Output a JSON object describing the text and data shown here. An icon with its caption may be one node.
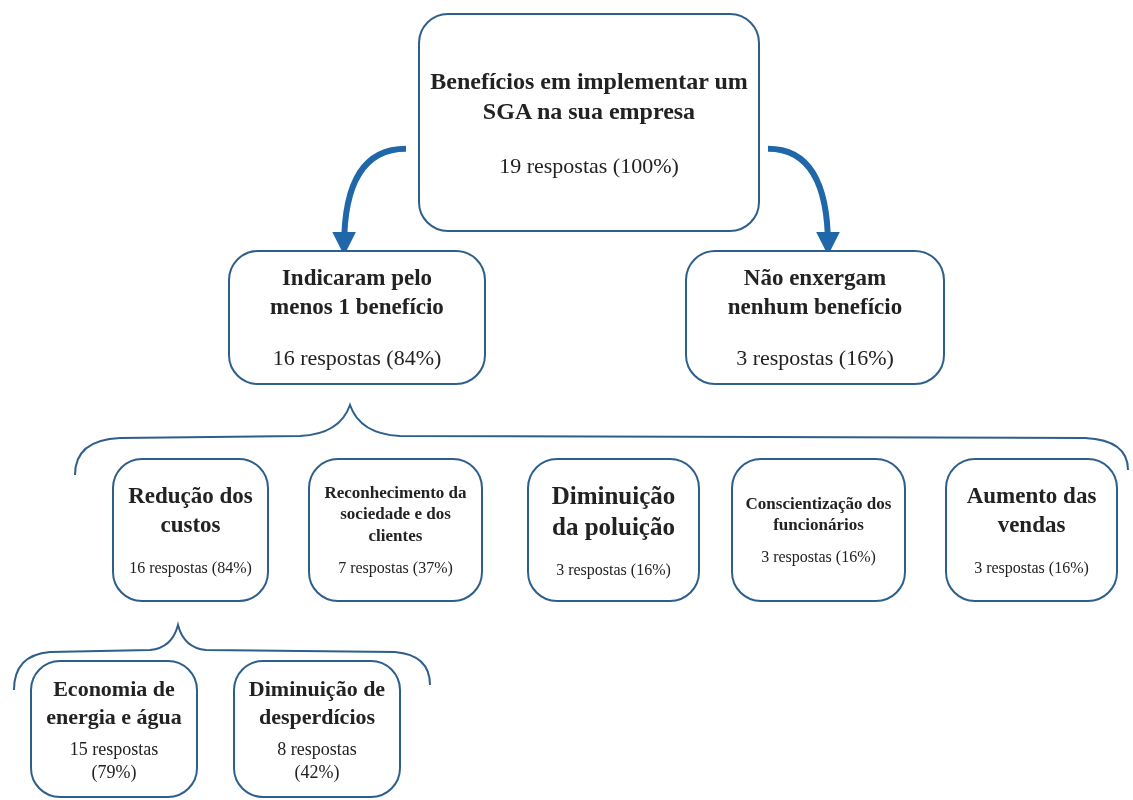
{
  "diagram": {
    "nodes": [
      {
        "text": [
          "Benefícios em implementar um SGA na sua empresa",
          "19 respostas (100%)"
        ]
      },
      {
        "text": [
          "Indicaram pelo menos 1 benefício",
          "16 respostas (84%)"
        ]
      },
      {
        "text": [
          "Não enxergam nenhum benefício",
          "3 respostas (16%)"
        ]
      },
      {
        "text": [
          "Redução dos custos",
          "16 respostas (84%)"
        ]
      },
      {
        "text": [
          "Reconhecimento da sociedade e dos clientes",
          "7 respostas (37%)"
        ]
      },
      {
        "text": [
          "Diminuição da poluição",
          "3 respostas (16%)"
        ]
      },
      {
        "text": [
          "Conscientização dos funcionários",
          "3 respostas (16%)"
        ]
      },
      {
        "text": [
          "Aumento das vendas",
          "3 respostas (16%)"
        ]
      },
      {
        "text": [
          "Economia de energia e água",
          "15 respostas (79%)"
        ]
      },
      {
        "text": [
          "Diminuição de desperdícios",
          "8 respostas (42%)"
        ]
      }
    ],
    "edges": [
      {
        "from": 0,
        "to": 1,
        "arrow": "to"
      },
      {
        "from": 0,
        "to": 2,
        "arrow": "to"
      }
    ]
  }
}
